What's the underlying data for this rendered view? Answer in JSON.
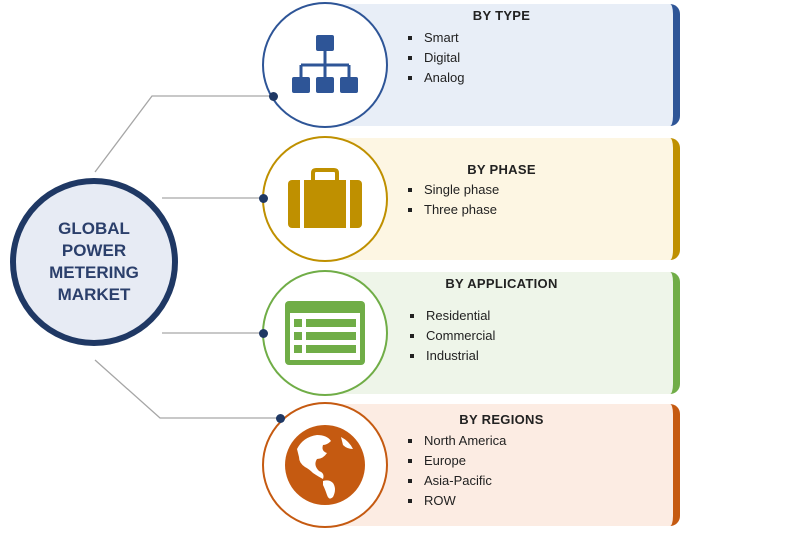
{
  "hub": {
    "title": "GLOBAL POWER METERING MARKET"
  },
  "segments": [
    {
      "title": "BY TYPE",
      "items": [
        "Smart",
        "Digital",
        "Analog"
      ],
      "icon": "hierarchy-icon",
      "accent": "#2e5597",
      "fill": "#e8eef7",
      "icon_color": "#2e5597"
    },
    {
      "title": "BY PHASE",
      "items": [
        "Single phase",
        "Three phase"
      ],
      "icon": "briefcase-icon",
      "accent": "#bf9000",
      "fill": "#fdf6e3",
      "icon_color": "#bf9000"
    },
    {
      "title": "BY APPLICATION",
      "items": [
        "Residential",
        "Commercial",
        "Industrial"
      ],
      "icon": "form-list-icon",
      "accent": "#70ad47",
      "fill": "#eef5e9",
      "icon_color": "#70ad47"
    },
    {
      "title": "BY REGIONS",
      "items": [
        "North America",
        "Europe",
        "Asia-Pacific",
        "ROW"
      ],
      "icon": "globe-icon",
      "accent": "#c55a11",
      "fill": "#fcece3",
      "icon_color": "#c55a11"
    }
  ]
}
